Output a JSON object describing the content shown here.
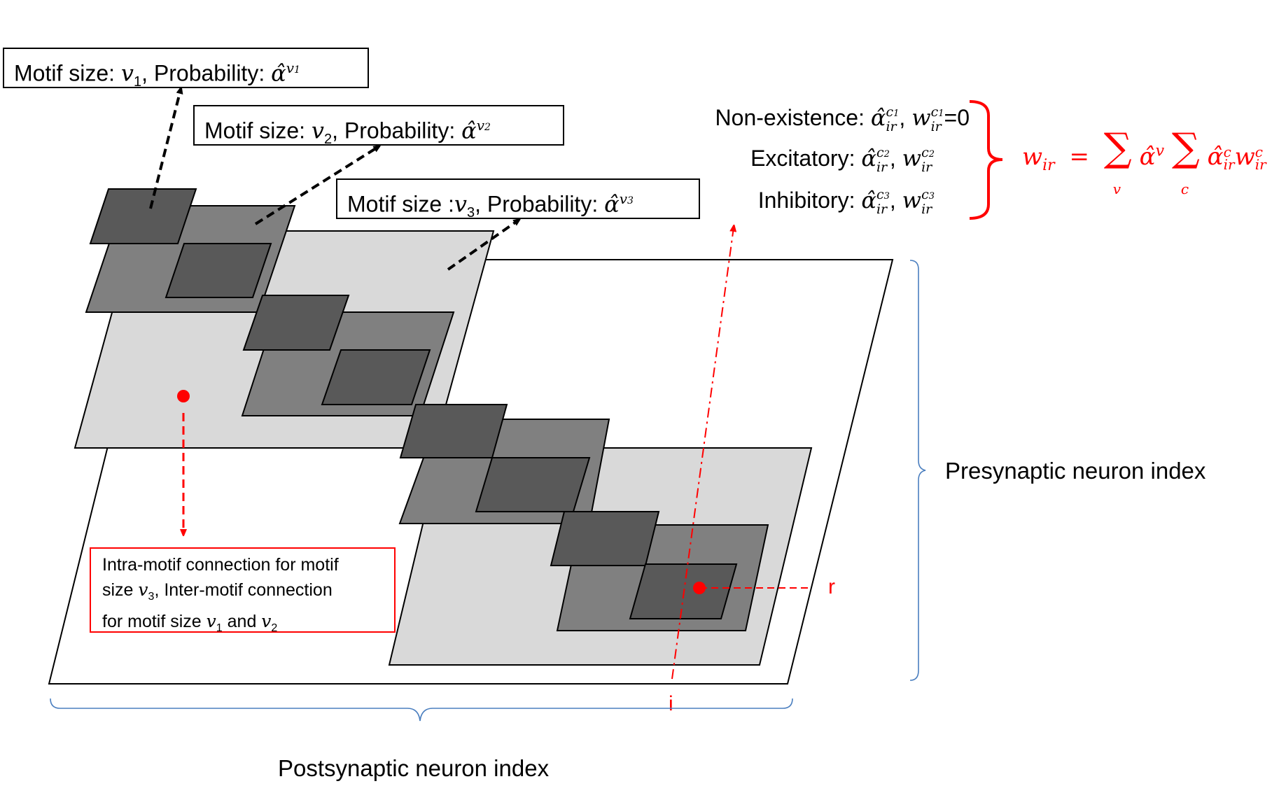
{
  "motif_labels": [
    {
      "prefix": "Motif size: ",
      "var": "v",
      "sub": "1",
      "mid": ", Probability: ",
      "alpha": "α̂",
      "sup_var": "v",
      "sup_sub": "1"
    },
    {
      "prefix": "Motif size: ",
      "var": "v",
      "sub": "2",
      "mid": ", Probability: ",
      "alpha": "α̂",
      "sup_var": "v",
      "sup_sub": "2"
    },
    {
      "prefix": "Motif size :",
      "var": "v",
      "sub": "3",
      "mid": ", Probability: ",
      "alpha": "α̂",
      "sup_var": "v",
      "sup_sub": "3"
    }
  ],
  "connection_types": [
    {
      "label": "Non-existence: ",
      "alpha": "α̂",
      "w": "w",
      "sub": "ir",
      "sup": "c",
      "sup_sub": "1",
      "suffix": "=0"
    },
    {
      "label": "Excitatory: ",
      "alpha": "α̂",
      "w": "w",
      "sub": "ir",
      "sup": "c",
      "sup_sub": "2",
      "suffix": ""
    },
    {
      "label": "Inhibitory: ",
      "alpha": "α̂",
      "w": "w",
      "sub": "ir",
      "sup": "c",
      "sup_sub": "3",
      "suffix": ""
    }
  ],
  "formula": {
    "lhs": "w",
    "lhs_sub": "ir",
    "equals": "=",
    "sum1_under": "v",
    "term1": "α̂",
    "term1_sup": "v",
    "sum2_under": "c",
    "term2": "α̂",
    "term2_sup": "c",
    "term2_sub": "ir",
    "term3": "w",
    "term3_sup": "c",
    "term3_sub": "ir"
  },
  "intra_box": {
    "line1": "Intra-motif connection for motif",
    "line2_a": "size ",
    "line2_var": "v",
    "line2_sub": "3",
    "line2_b": ", Inter-motif connection",
    "line3_a": "for motif size ",
    "line3_var1": "v",
    "line3_sub1": "1",
    "line3_mid": " and ",
    "line3_var2": "v",
    "line3_sub2": "2"
  },
  "axis_labels": {
    "presynaptic": "Presynaptic neuron index",
    "postsynaptic": "Postsynaptic neuron index",
    "r": "r",
    "i": "i"
  },
  "colors": {
    "accent_red": "#ff0000",
    "bracket_blue": "#4a7ebf",
    "dark_tile": "#595959",
    "mid_tile": "#808080",
    "light_tile": "#d9d9d9",
    "outline": "#000000"
  }
}
